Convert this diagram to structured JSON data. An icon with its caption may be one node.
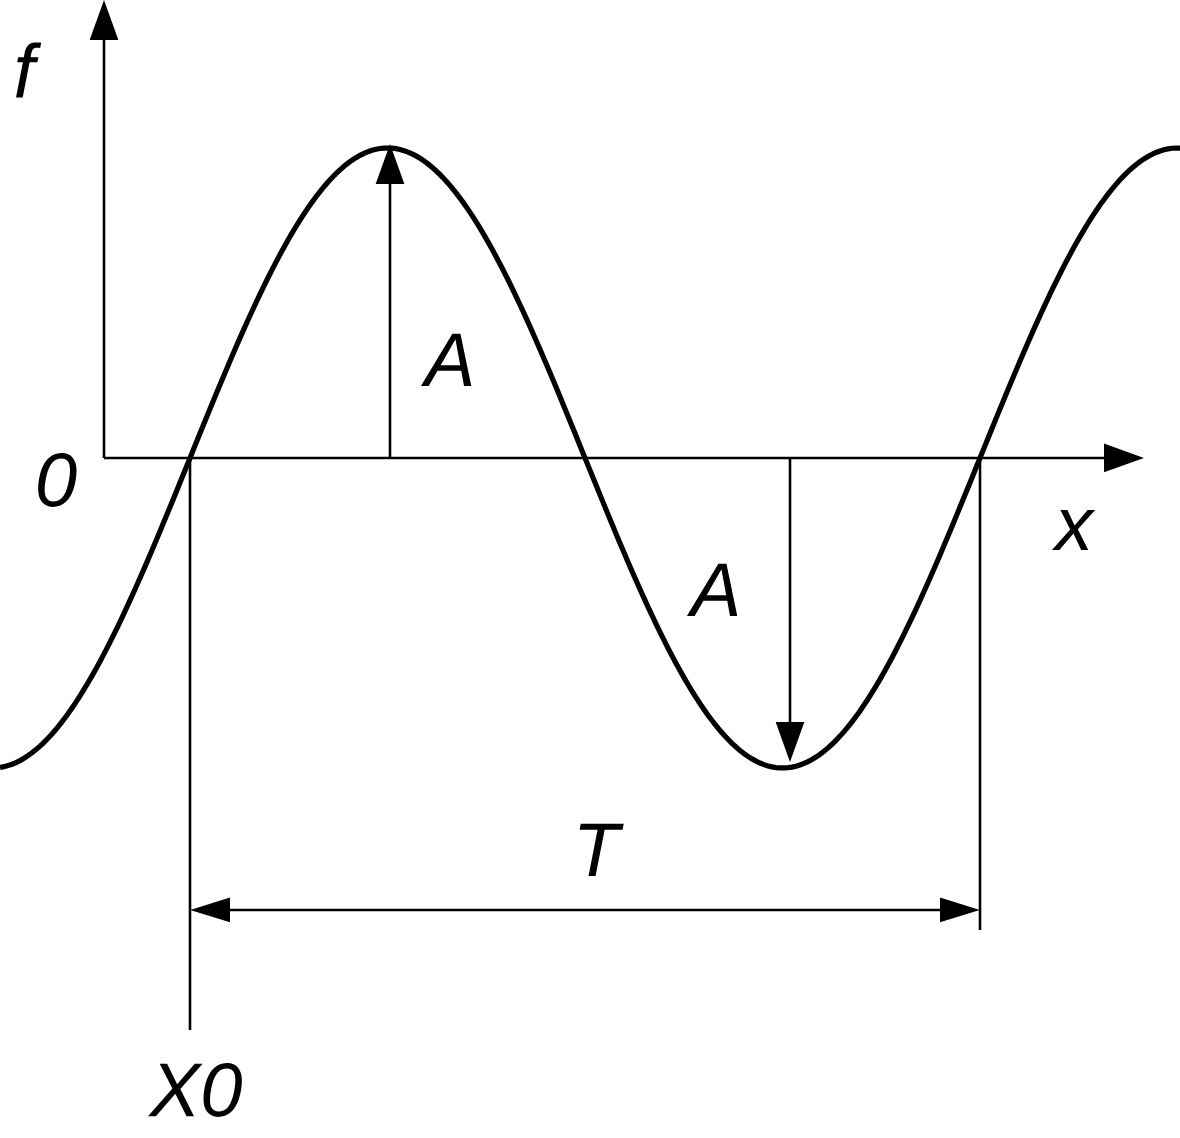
{
  "diagram": {
    "labels": [
      "f",
      "0",
      "x",
      "A",
      "A",
      "T",
      "X0"
    ]
  }
}
